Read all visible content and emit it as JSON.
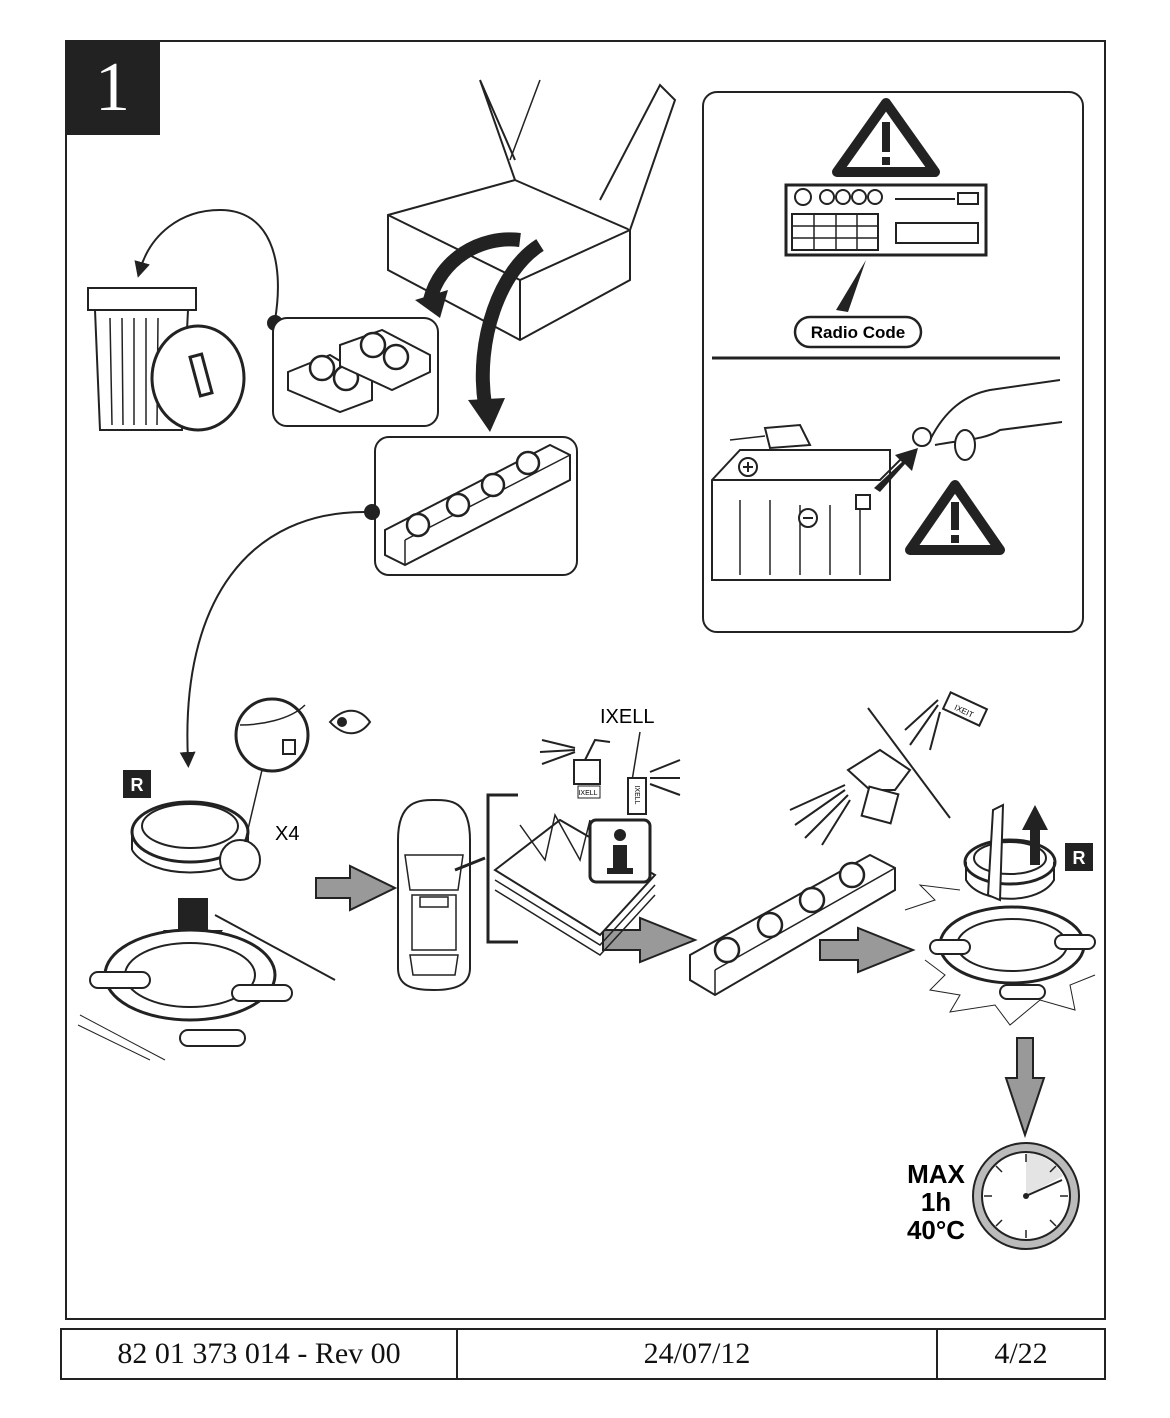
{
  "step": {
    "number": "1"
  },
  "warning_panel": {
    "radio_code_label": "Radio Code"
  },
  "labels": {
    "ixell": "IXELL",
    "ixell_bottle": "IXELL",
    "ixell_can": "IXELL",
    "ixell_tag": "IXEIT",
    "count": "X4",
    "marker_left": "R",
    "marker_right": "R",
    "limits": [
      "MAX",
      "1h",
      "40°C"
    ]
  },
  "footer": {
    "part_number": "82 01 373 014  - Rev 00",
    "date": "24/07/12",
    "page": "4/22"
  }
}
